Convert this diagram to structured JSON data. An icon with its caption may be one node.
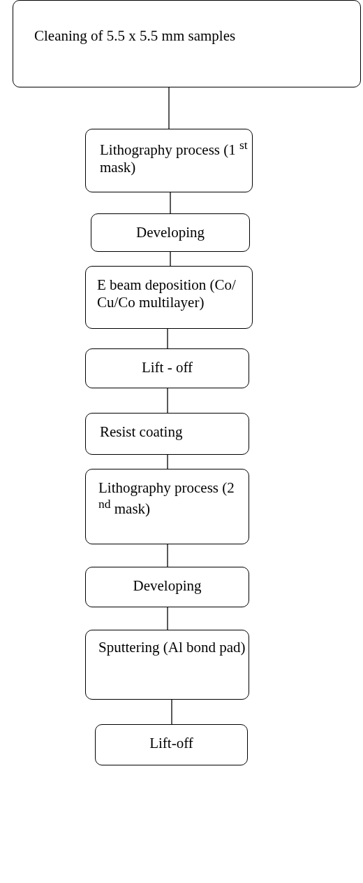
{
  "diagram": {
    "nodes": [
      {
        "text": [
          "Cleaning of 5.5 x 5.5 mm samples"
        ]
      },
      {
        "text": [
          "Lithography process (1 $^{st}$ mask)"
        ]
      },
      {
        "text": [
          "Developing"
        ]
      },
      {
        "text": [
          "E beam deposition (Co/ Cu/Co multilayer)"
        ]
      },
      {
        "text": [
          "Lift - off"
        ]
      },
      {
        "text": [
          "Resist coating"
        ]
      },
      {
        "text": [
          "Lithography process (2 $^{nd}$ mask)"
        ]
      },
      {
        "text": [
          "Developing"
        ]
      },
      {
        "text": [
          "Sputtering (Al bond pad)"
        ]
      },
      {
        "text": [
          "Lift-off"
        ]
      }
    ],
    "edges": [
      {
        "from": 0,
        "to": 1,
        "arrow": "none"
      },
      {
        "from": 1,
        "to": 2,
        "arrow": "none"
      },
      {
        "from": 2,
        "to": 3,
        "arrow": "none"
      },
      {
        "from": 3,
        "to": 4,
        "arrow": "none"
      },
      {
        "from": 4,
        "to": 5,
        "arrow": "none"
      },
      {
        "from": 5,
        "to": 6,
        "arrow": "none"
      },
      {
        "from": 6,
        "to": 7,
        "arrow": "none"
      },
      {
        "from": 7,
        "to": 8,
        "arrow": "none"
      },
      {
        "from": 8,
        "to": 9,
        "arrow": "none"
      }
    ]
  }
}
